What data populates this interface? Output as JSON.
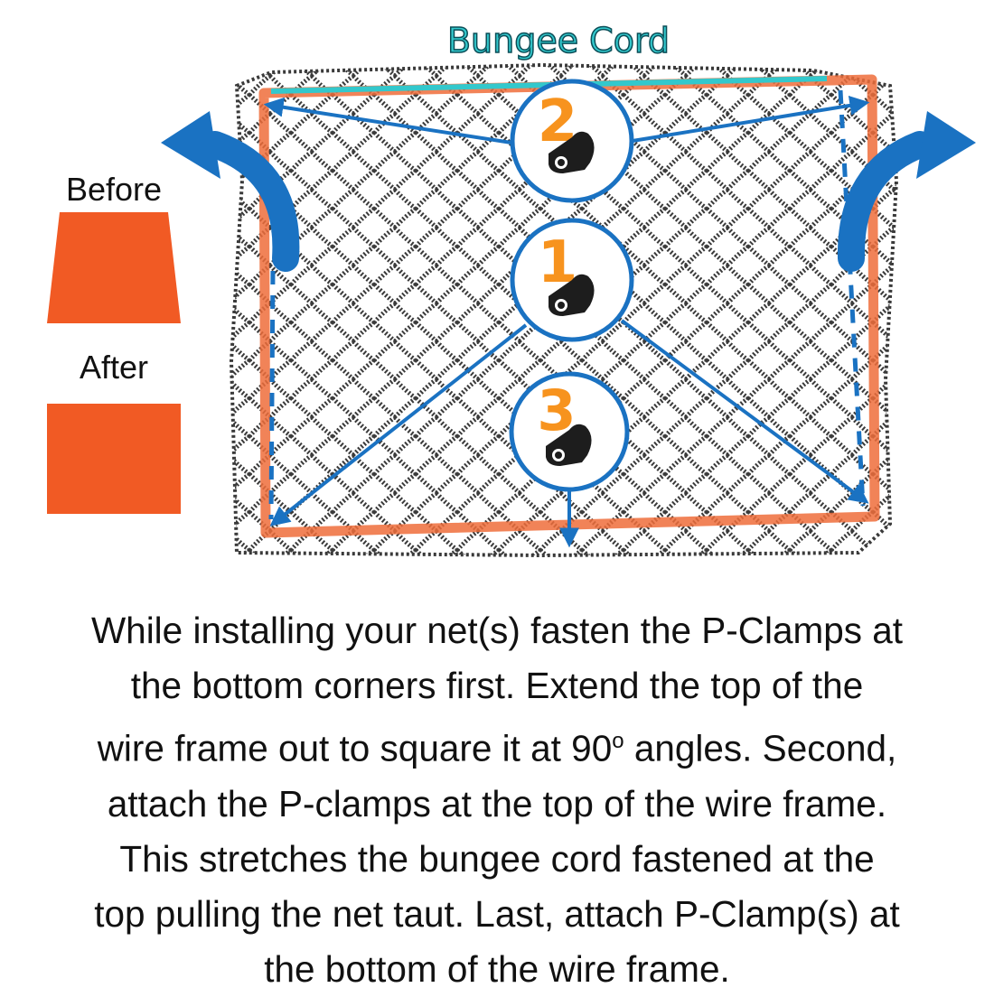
{
  "diagram": {
    "bungee_label": "Bungee Cord",
    "before_label": "Before",
    "after_label": "After",
    "steps": [
      {
        "number": "2",
        "icon": "p-clamp-icon"
      },
      {
        "number": "1",
        "icon": "p-clamp-icon"
      },
      {
        "number": "3",
        "icon": "p-clamp-icon"
      }
    ],
    "colors": {
      "frame": "#ef6d3b",
      "arrow": "#1a72c2",
      "bungee": "#33c8cc",
      "net": "#3a3a3a",
      "number": "#f7931e",
      "shape": "#f15a24"
    }
  },
  "caption": {
    "lines": [
      "While installing your net(s) fasten the P-Clamps at",
      "the bottom corners first. Extend the top of the",
      "wire frame out to square it at 90",
      "attach the P-clamps at the top of the wire frame.",
      "This stretches the bungee cord fastened at the",
      "top pulling the net taut. Last, attach P-Clamp(s) at",
      "the bottom of the wire frame."
    ],
    "degree_mark": "o",
    "line3_tail": " angles. Second,"
  }
}
